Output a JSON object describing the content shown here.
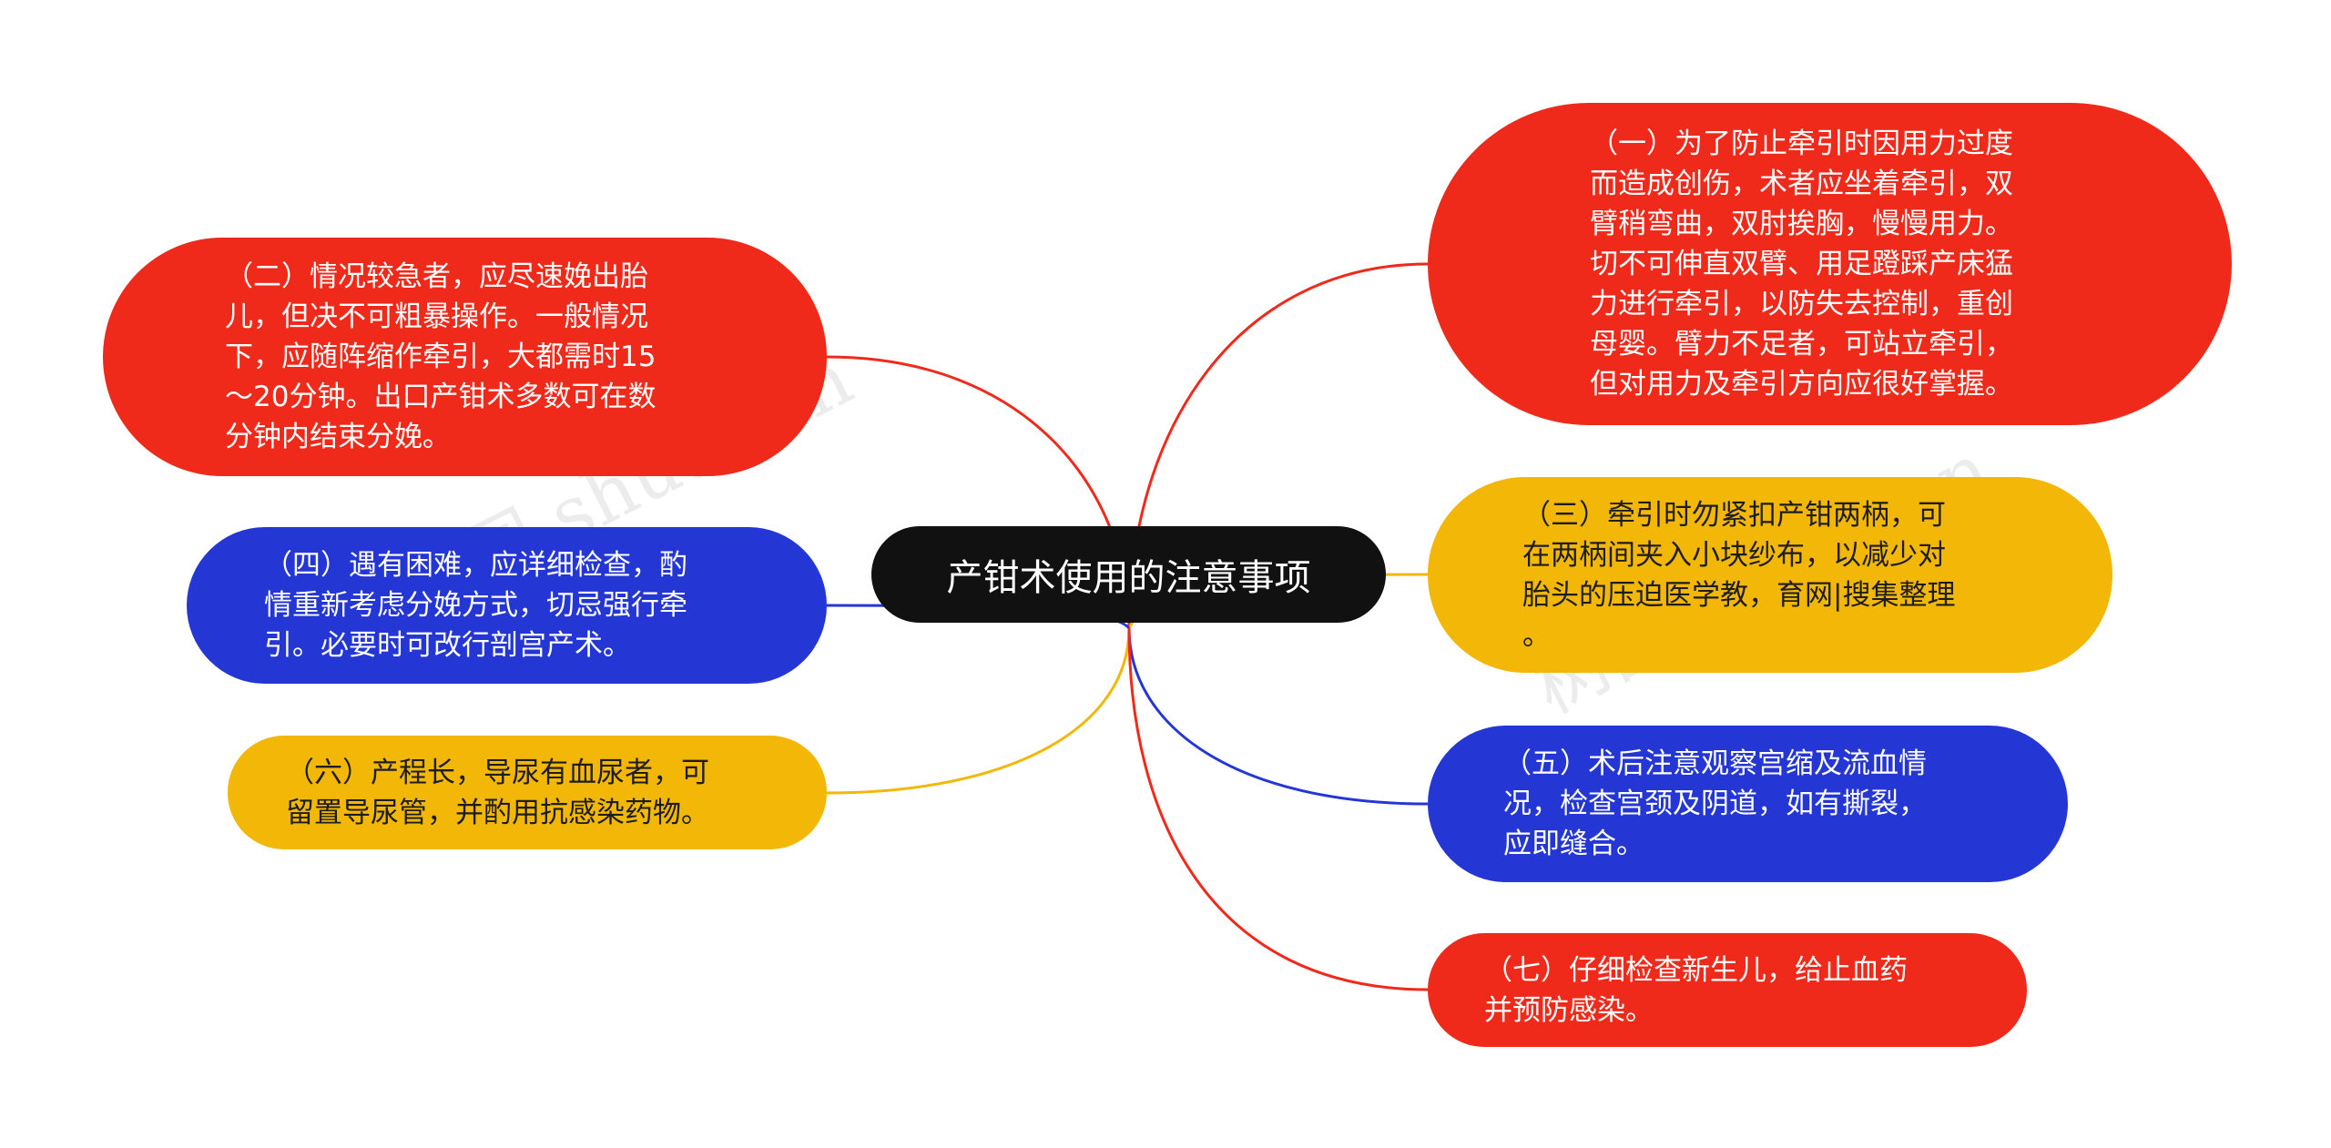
{
  "root": {
    "label": "产钳术使用的注意事项"
  },
  "colors": {
    "red": "#ef2a1b",
    "yellow": "#f2b707",
    "blue": "#2437d4",
    "root": "#111111"
  },
  "nodes": [
    {
      "id": "node-1",
      "color": "red",
      "text": "（一）为了防止牵引时因用力过度\n而造成创伤，术者应坐着牵引，双\n臂稍弯曲，双肘挨胸，慢慢用力。\n切不可伸直双臂、用足蹬踩产床猛\n力进行牵引，以防失去控制，重创\n母婴。臂力不足者，可站立牵引，\n但对用力及牵引方向应很好掌握。"
    },
    {
      "id": "node-2",
      "color": "red",
      "text": "（二）情况较急者，应尽速娩出胎\n儿，但决不可粗暴操作。一般情况\n下，应随阵缩作牵引，大都需时15\n～20分钟。出口产钳术多数可在数\n分钟内结束分娩。"
    },
    {
      "id": "node-3",
      "color": "yellow",
      "text": "（三）牵引时勿紧扣产钳两柄，可\n在两柄间夹入小块纱布，以减少对\n胎头的压迫医学教，育网|搜集整理\n。"
    },
    {
      "id": "node-4",
      "color": "blue",
      "text": "（四）遇有困难，应详细检查，酌\n情重新考虑分娩方式，切忌强行牵\n引。必要时可改行剖宫产术。"
    },
    {
      "id": "node-5",
      "color": "blue",
      "text": "（五）术后注意观察宫缩及流血情\n况，检查宫颈及阴道，如有撕裂，\n应即缝合。"
    },
    {
      "id": "node-6",
      "color": "yellow",
      "text": "（六）产程长，导尿有血尿者，可\n留置导尿管，并酌用抗感染药物。"
    },
    {
      "id": "node-7",
      "color": "red",
      "text": "（七）仔细检查新生儿，给止血药\n并预防感染。"
    }
  ],
  "watermarks": [
    "树图 shutu.cn",
    "树图 shutu.cn"
  ]
}
